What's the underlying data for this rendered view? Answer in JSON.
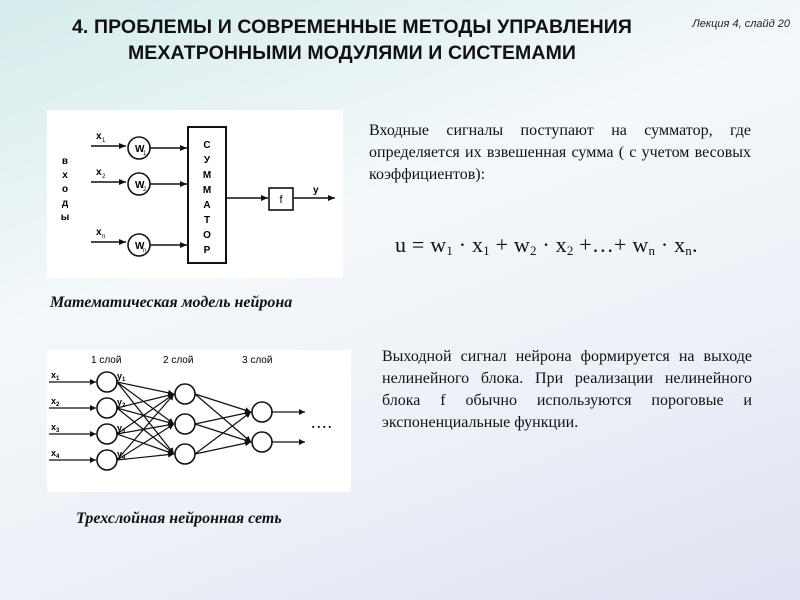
{
  "slide": {
    "title_line1": "4. ПРОБЛЕМЫ И СОВРЕМЕННЫЕ МЕТОДЫ УПРАВЛЕНИЯ",
    "title_line2": "МЕХАТРОННЫМИ МОДУЛЯМИ И СИСТЕМАМИ",
    "note": "Лекция 4, слайд 20"
  },
  "neuron_model": {
    "caption": "Математическая модель нейрона",
    "side_label": [
      "в",
      "х",
      "о",
      "д",
      "ы"
    ],
    "inputs": [
      {
        "x": "x",
        "x_sub": "1",
        "w": "W",
        "w_sub": "1"
      },
      {
        "x": "x",
        "x_sub": "2",
        "w": "W",
        "w_sub": "2"
      },
      {
        "x": "x",
        "x_sub": "n",
        "w": "W",
        "w_sub": "n"
      }
    ],
    "summator_letters": [
      "С",
      "У",
      "М",
      "М",
      "А",
      "Т",
      "О",
      "Р"
    ],
    "activation": "f",
    "output": "y"
  },
  "text": {
    "para1": "Входные сигналы поступают на сумматор, где определяется их взвешенная сумма ( с учетом весовых коэффициентов):",
    "formula": {
      "lhs": "u",
      "eq": "=",
      "t1": "w",
      "t1_sub": "1",
      "dot1": "·",
      "t1x": "x",
      "t1x_sub": "1",
      "plus1": "+",
      "t2": "w",
      "t2_sub": "2",
      "dot2": "·",
      "t2x": "x",
      "t2x_sub": "2",
      "plus2": "+…+",
      "t3": "w",
      "t3_sub": "n",
      "dot3": "·",
      "t3x": "x",
      "t3x_sub": "n",
      "end": "."
    },
    "para2": "Выходной сигнал нейрона формируется на выходе нелинейного блока. При реализации нелинейного блока f обычно используются пороговые и экспоненциальные функции."
  },
  "network": {
    "caption": "Трехслойная нейронная сеть",
    "layers": [
      "1 слой",
      "2 слой",
      "3 слой"
    ],
    "inputs": [
      {
        "x": "x",
        "sub": "1"
      },
      {
        "x": "x",
        "sub": "2"
      },
      {
        "x": "x",
        "sub": "3"
      },
      {
        "x": "x",
        "sub": "4"
      }
    ],
    "outputs": [
      {
        "y": "y",
        "sub": "1"
      },
      {
        "y": "y",
        "sub": "2"
      },
      {
        "y": "y",
        "sub": "3"
      },
      {
        "y": "y",
        "sub": "4"
      }
    ],
    "ellipsis": "...."
  }
}
